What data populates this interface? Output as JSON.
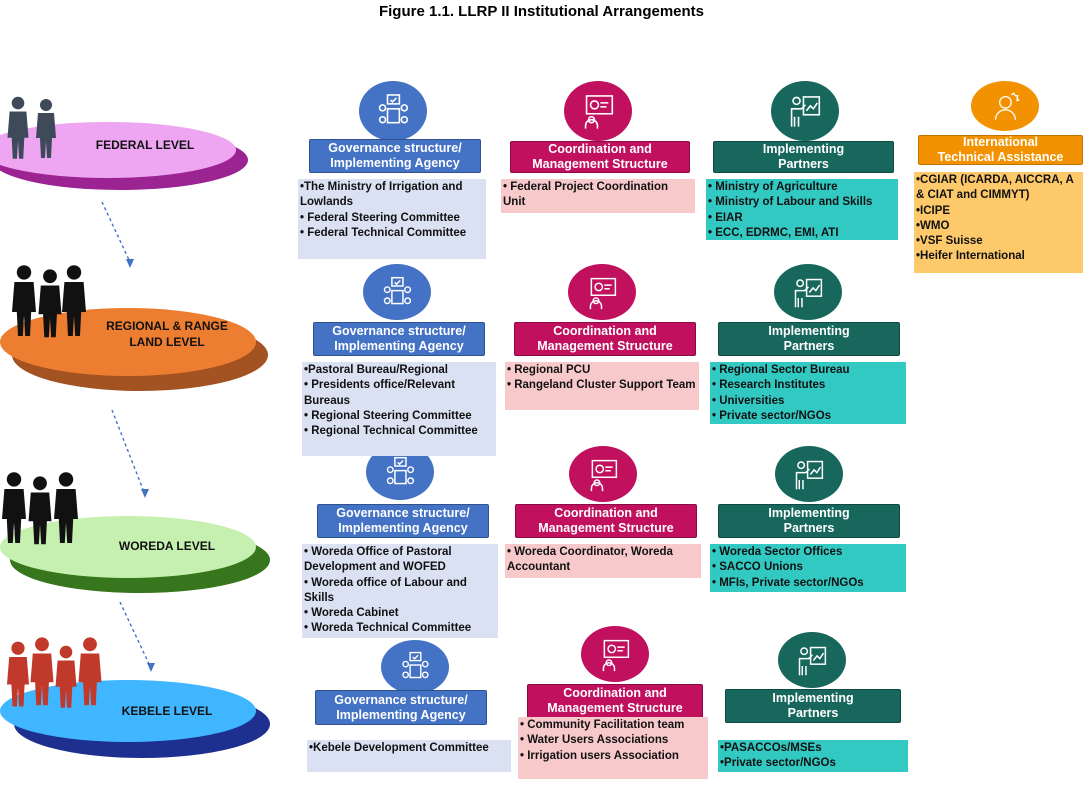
{
  "title": "Figure 1.1. LLRP II Institutional Arrangements",
  "levels": [
    {
      "label": "FEDERAL LEVEL",
      "color": "#eea6f2",
      "shadow": "#9b2492"
    },
    {
      "label": "REGIONAL & RANGE LAND LEVEL",
      "color": "#ed7d31",
      "shadow": "#a35222"
    },
    {
      "label": "WOREDA LEVEL",
      "color": "#c6f0b0",
      "shadow": "#38761d"
    },
    {
      "label": "KEBELE LEVEL",
      "color": "#3fb6ff",
      "shadow": "#1d2f8f"
    }
  ],
  "headers": {
    "gov_line1": "Governance structure/",
    "gov_line2": "Implementing Agency",
    "coord_line1": "Coordination and",
    "coord_line2": "Management Structure",
    "impl_line1": "Implementing",
    "impl_line2": "Partners",
    "intl_line1": "International",
    "intl_line2": "Technical Assistance"
  },
  "federal": {
    "gov": [
      "•The Ministry of Irrigation and Lowlands",
      "• Federal Steering Committee",
      "• Federal Technical Committee"
    ],
    "coord": [
      "• Federal Project Coordination Unit"
    ],
    "impl": [
      "• Ministry of Agriculture",
      "• Ministry of Labour and Skills",
      "• EIAR",
      "• ECC,  EDRMC, EMI,  ATI"
    ],
    "intl": [
      "•CGIAR (ICARDA, AICCRA, A & CIAT and CIMMYT)",
      "•ICIPE",
      "•WMO",
      "•VSF Suisse",
      "•Heifer International"
    ]
  },
  "regional": {
    "gov": [
      "•Pastoral Bureau/Regional",
      "• Presidents office/Relevant Bureaus",
      "• Regional Steering Committee",
      "• Regional Technical Committee"
    ],
    "coord": [
      "• Regional PCU",
      "• Rangeland Cluster Support Team"
    ],
    "impl": [
      "• Regional Sector Bureau",
      "• Research Institutes",
      "• Universities",
      "• Private sector/NGOs"
    ]
  },
  "woreda": {
    "gov": [
      "• Woreda Office of Pastoral Development and WOFED",
      "• Woreda office of Labour and Skills",
      "• Woreda Cabinet",
      "• Woreda Technical Committee"
    ],
    "coord": [
      "• Woreda Coordinator, Woreda Accountant"
    ],
    "impl": [
      "• Woreda Sector Offices",
      "• SACCO Unions",
      "• MFIs, Private sector/NGOs"
    ]
  },
  "kebele": {
    "gov": [
      "•Kebele Development Committee"
    ],
    "coord": [
      "• Community Facilitation team",
      "• Water Users Associations",
      "• Irrigation users Association"
    ],
    "impl": [
      "•PASACCOs/MSEs",
      "•Private sector/NGOs"
    ]
  },
  "icons": {
    "gov": "meeting-icon",
    "coord": "presentation-icon",
    "impl": "trainer-icon",
    "intl": "expert-icon"
  },
  "colors": {
    "gov_header": "#4472c4",
    "coord_header": "#c0105e",
    "impl_header": "#17675d",
    "intl_header": "#f29200",
    "gov_box": "#d9e1f2",
    "coord_box": "#f8c9ca",
    "impl_box": "#33c9c3",
    "intl_box": "#fdc96a"
  }
}
